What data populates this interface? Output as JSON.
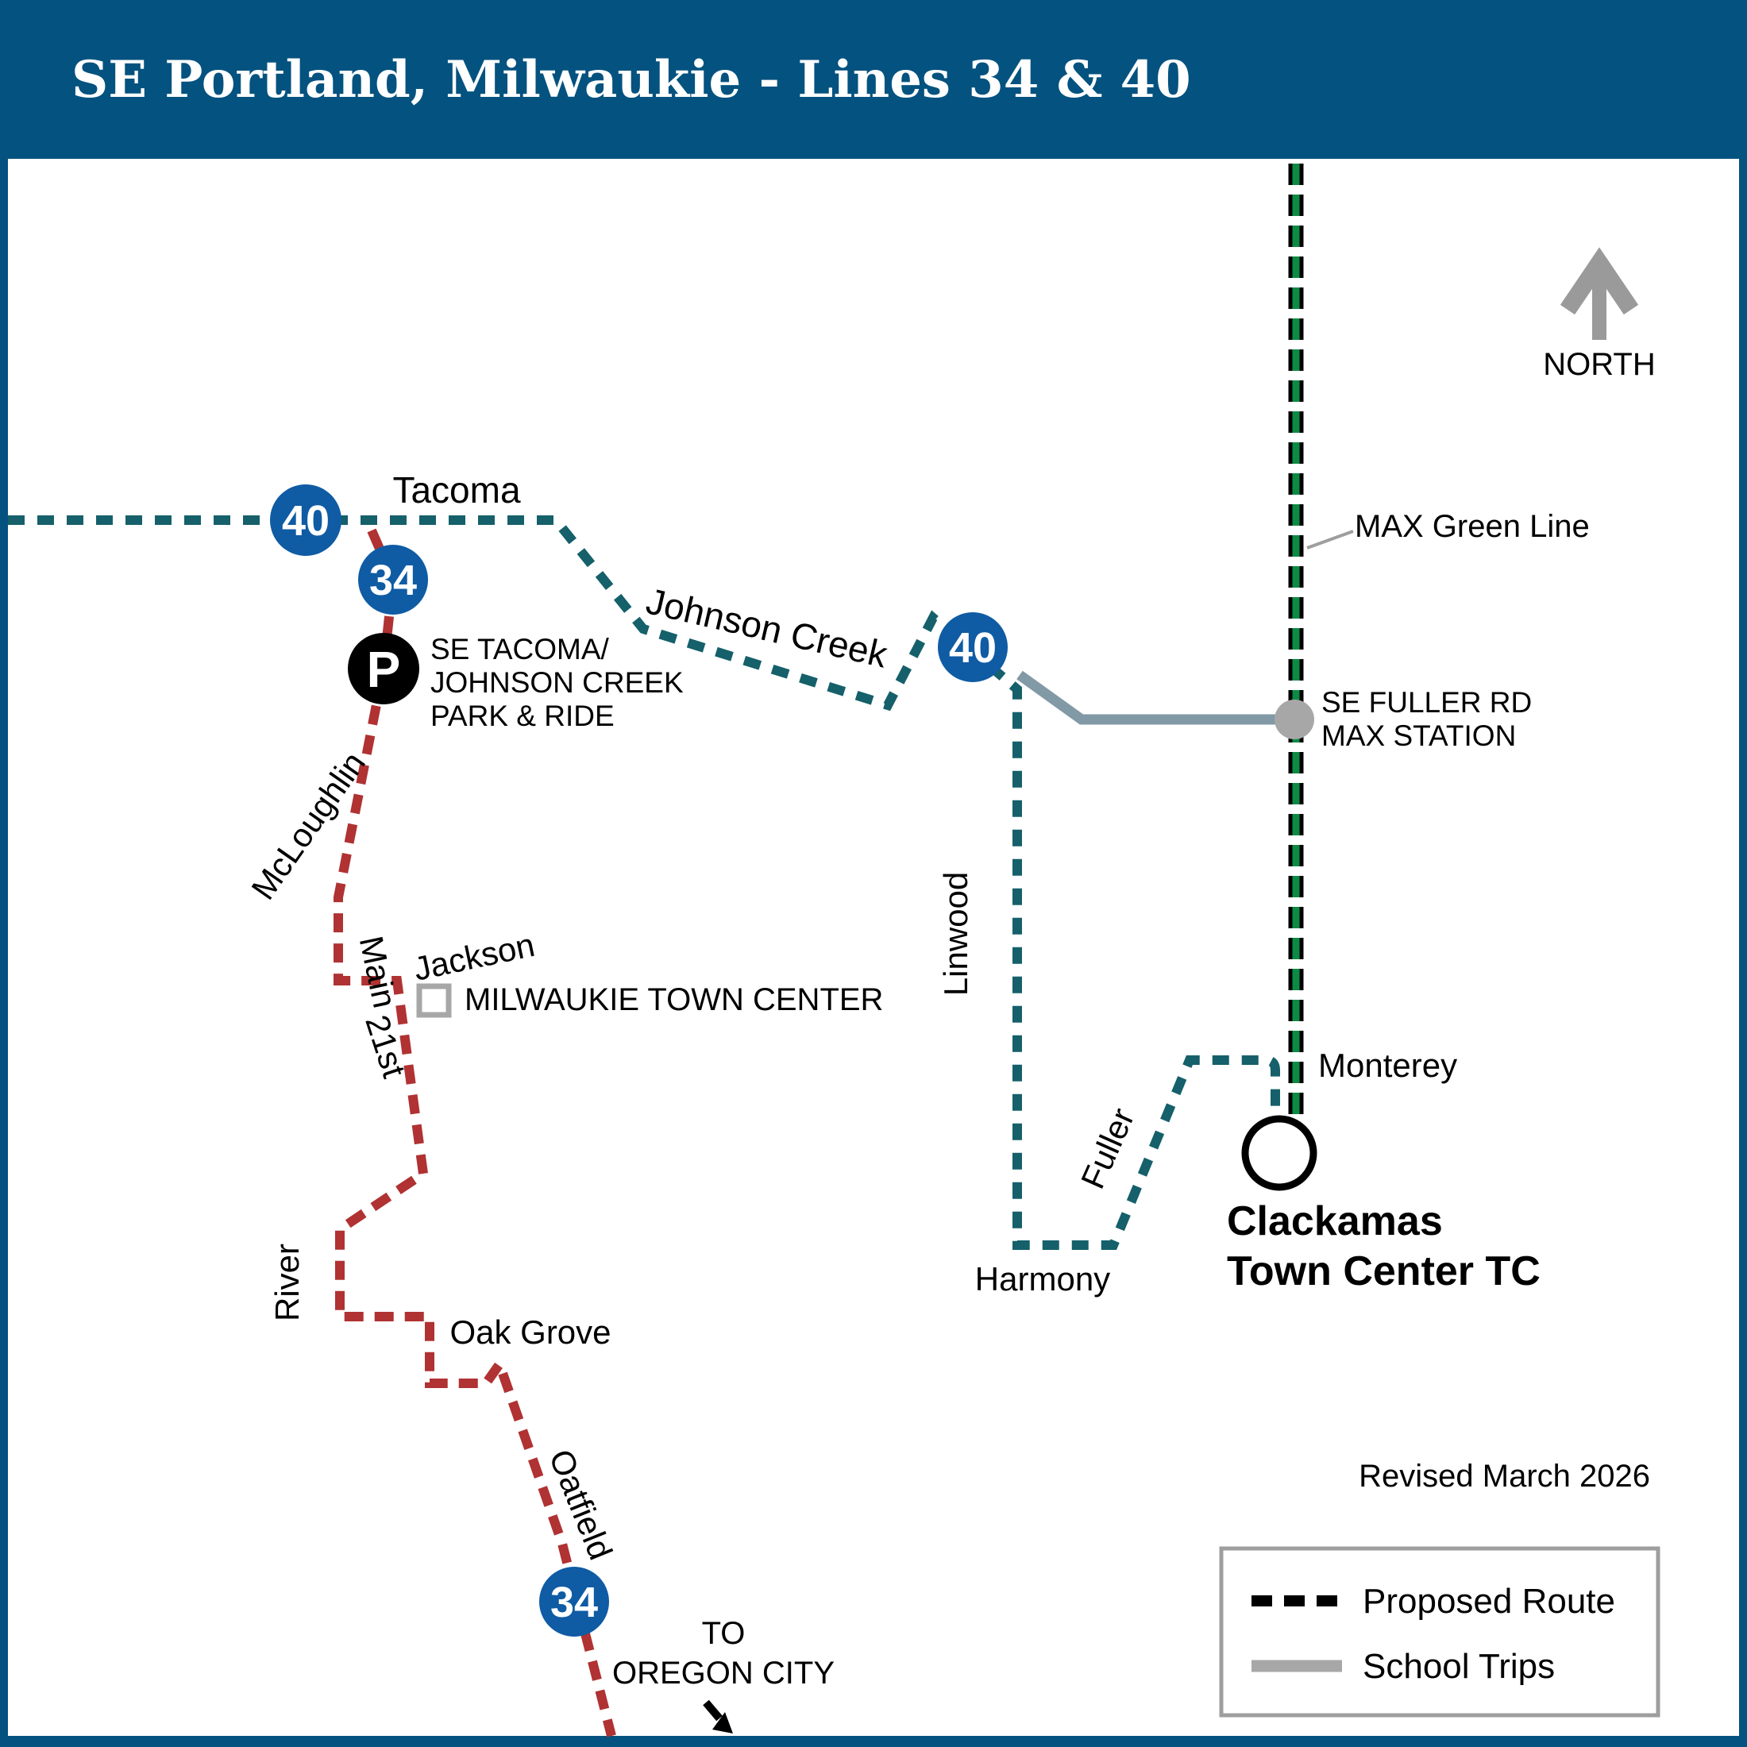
{
  "header": {
    "title": "SE Portland, Milwaukie - Lines 34 & 40"
  },
  "compass": {
    "label": "NORTH"
  },
  "revised_note": "Revised March 2026",
  "legend": {
    "proposed_route_label": "Proposed Route",
    "school_trips_label": "School Trips"
  },
  "routes": {
    "line_40": "40",
    "line_34": "34"
  },
  "streets": {
    "tacoma": "Tacoma",
    "johnson_creek": "Johnson Creek",
    "mcloughlin": "McLoughlin",
    "main": "Main",
    "jackson": "Jackson",
    "twenty_first": "21st",
    "river": "River",
    "oak_grove": "Oak Grove",
    "oatfield": "Oatfield",
    "linwood": "Linwood",
    "fuller": "Fuller",
    "harmony": "Harmony",
    "monterey": "Monterey"
  },
  "stations": {
    "park_and_ride": {
      "symbol": "P",
      "label_lines": [
        "SE TACOMA/",
        "JOHNSON CREEK",
        "PARK & RIDE"
      ]
    },
    "milwaukie_town_center": {
      "label": "MILWAUKIE TOWN CENTER"
    },
    "se_fuller": {
      "label_lines": [
        "SE FULLER RD",
        "MAX STATION"
      ]
    },
    "max_green": {
      "label": "MAX Green Line"
    },
    "clackamas_tc": {
      "label_lines": [
        "Clackamas",
        "Town Center TC"
      ]
    }
  },
  "destination": {
    "label_lines": [
      "TO",
      "OREGON CITY"
    ]
  },
  "colors": {
    "header_blue": "#04527f",
    "badge_blue": "#0f5ba4",
    "route_red": "#b03232",
    "route_teal": "#15606a",
    "max_green": "#0c8b45",
    "school_trips_gray": "#8299a6",
    "marker_gray": "#a7a7a7",
    "legend_gray": "#9e9e9e",
    "north_gray": "#9a9a9a",
    "text_black": "#000000"
  }
}
